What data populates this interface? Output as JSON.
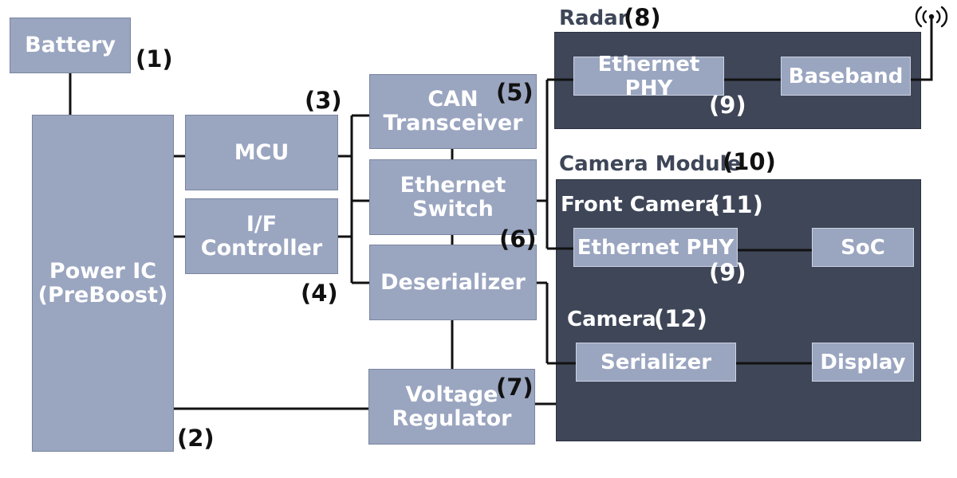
{
  "blocks": {
    "battery": "Battery",
    "power_ic": "Power IC\n(PreBoost)",
    "mcu": "MCU",
    "if_controller": "I/F\nController",
    "can_transceiver": "CAN\nTransceiver",
    "ethernet_switch": "Ethernet\nSwitch",
    "deserializer": "Deserializer",
    "voltage_regulator": "Voltage\nRegulator",
    "radar_ethernet_phy": "Ethernet PHY",
    "baseband": "Baseband",
    "camera_ethernet_phy": "Ethernet PHY",
    "soc": "SoC",
    "serializer": "Serializer",
    "display": "Display"
  },
  "group_titles": {
    "radar": "Radar",
    "camera_module": "Camera Module",
    "front_camera": "Front Camera",
    "camera": "Camera"
  },
  "numbers": {
    "n1": "(1)",
    "n2": "(2)",
    "n3": "(3)",
    "n4": "(4)",
    "n5": "(5)",
    "n6": "(6)",
    "n7": "(7)",
    "n8": "(8)",
    "n9_radar": "(9)",
    "n9_camera": "(9)",
    "n10": "(10)",
    "n11": "(11)",
    "n12": "(12)"
  },
  "icons": {
    "antenna": "antenna-icon"
  },
  "colors": {
    "block_fill": "#9aa5c0",
    "panel_fill": "#3e4658",
    "line": "#111111"
  }
}
